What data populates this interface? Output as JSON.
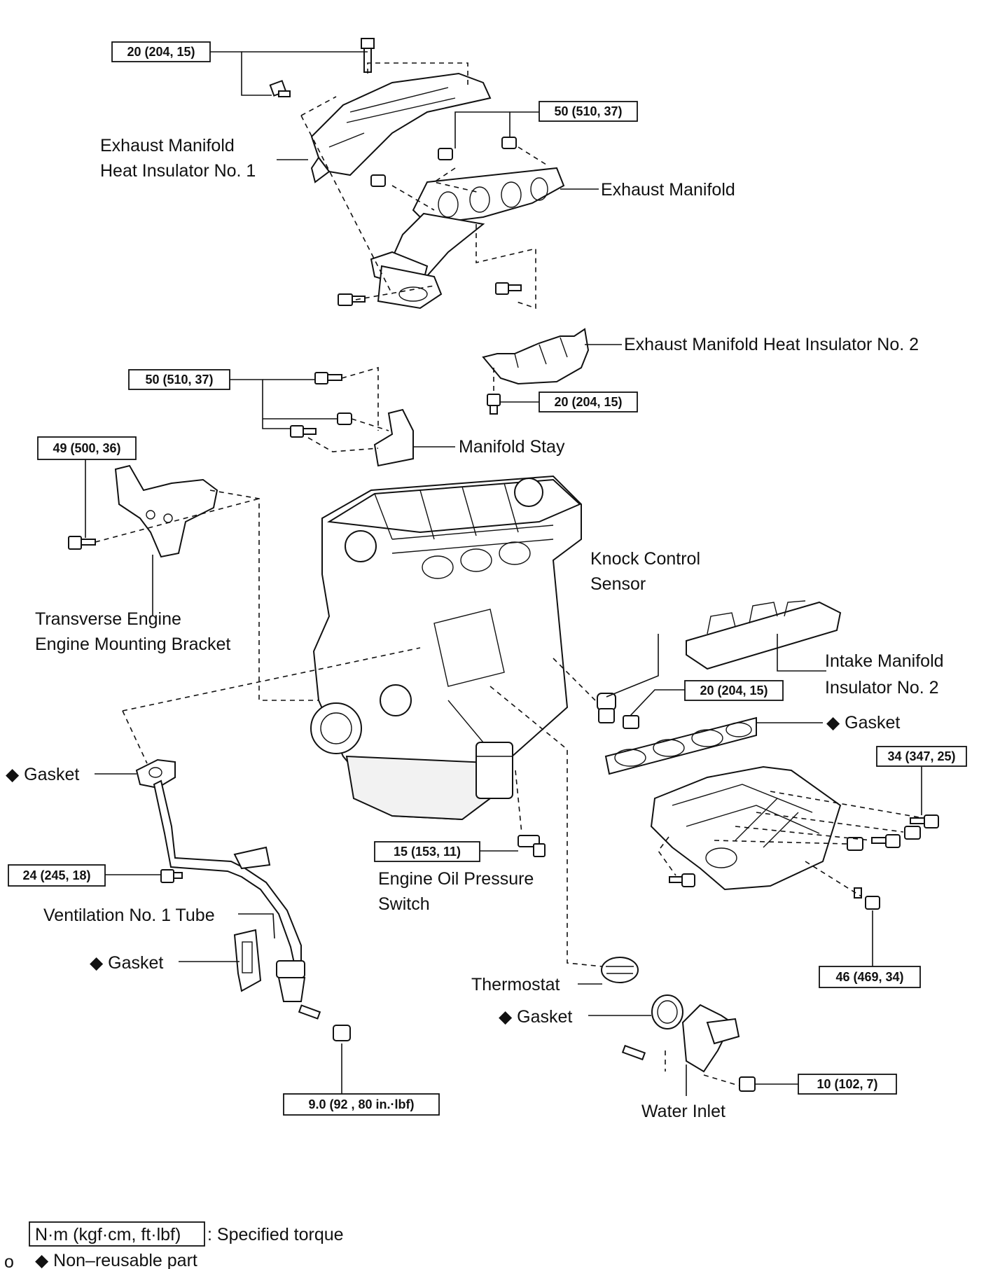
{
  "labels": {
    "exhaust_manifold_heat_insulator_1_line1": "Exhaust Manifold",
    "exhaust_manifold_heat_insulator_1_line2": "Heat Insulator No. 1",
    "exhaust_manifold": "Exhaust Manifold",
    "exhaust_manifold_heat_insulator_2": "Exhaust Manifold Heat Insulator No. 2",
    "manifold_stay": "Manifold Stay",
    "knock_control_sensor_line1": "Knock Control",
    "knock_control_sensor_line2": "Sensor",
    "transverse_engine_line1": "Transverse Engine",
    "transverse_engine_line2": "Engine Mounting Bracket",
    "intake_manifold_insulator_line1": "Intake Manifold",
    "intake_manifold_insulator_line2": "Insulator No. 2",
    "gasket_right": "◆ Gasket",
    "gasket_left": "◆ Gasket",
    "engine_oil_pressure_switch_line1": "Engine Oil Pressure",
    "engine_oil_pressure_switch_line2": "Switch",
    "ventilation_tube": "Ventilation No. 1 Tube",
    "gasket_ventilation": "◆ Gasket",
    "thermostat": "Thermostat",
    "gasket_thermostat": "◆ Gasket",
    "water_inlet": "Water Inlet"
  },
  "torques": {
    "t_heat_insulator_1": "20 (204, 15)",
    "t_exhaust_manifold": "50 (510, 37)",
    "t_heat_insulator_2": "20 (204, 15)",
    "t_manifold_stay": "50 (510, 37)",
    "t_mounting_bracket": "49 (500, 36)",
    "t_knock_sensor": "20 (204, 15)",
    "t_intake_manifold_top": "34 (347, 25)",
    "t_oil_pressure_switch": "15 (153, 11)",
    "t_ventilation_tube": "24 (245, 18)",
    "t_intake_manifold_bottom": "46 (469, 34)",
    "t_water_inlet": "10 (102, 7)",
    "t_ventilation_nut": "9.0 (92 , 80 in.·lbf)"
  },
  "legend": {
    "unit_box": "N·m (kgf·cm, ft·lbf)",
    "unit_desc": ": Specified torque",
    "nonreusable": "◆ Non–reusable part",
    "corner_mark": "o"
  }
}
